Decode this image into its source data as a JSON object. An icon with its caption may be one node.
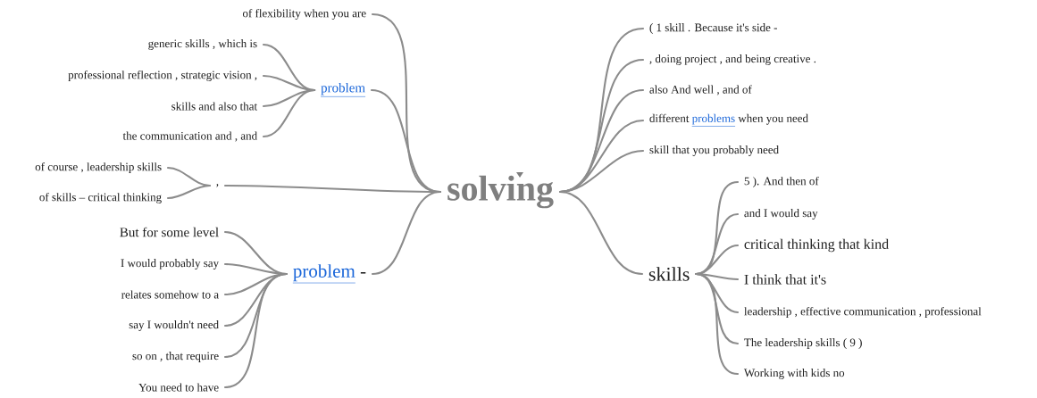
{
  "diagram": {
    "nodes": [
      {
        "text": [
          "solving"
        ]
      },
      {
        "text": [
          "of flexibility when you are"
        ]
      },
      {
        "text": [
          "problem"
        ]
      },
      {
        "text": [
          "generic skills , which is"
        ]
      },
      {
        "text": [
          "professional reflection , strategic vision ,"
        ]
      },
      {
        "text": [
          "skills and also that"
        ]
      },
      {
        "text": [
          "the communication and , and"
        ]
      },
      {
        "text": [
          ","
        ]
      },
      {
        "text": [
          "of course , leadership skills"
        ]
      },
      {
        "text": [
          "of skills – critical thinking"
        ]
      },
      {
        "text": [
          "problem",
          "-"
        ]
      },
      {
        "text": [
          "But for some level"
        ]
      },
      {
        "text": [
          "I would probably say"
        ]
      },
      {
        "text": [
          "relates somehow to a"
        ]
      },
      {
        "text": [
          "say I wouldn't need"
        ]
      },
      {
        "text": [
          "so on , that require"
        ]
      },
      {
        "text": [
          "You need to have"
        ]
      },
      {
        "text": [
          "( 1 skill . Because it's side -"
        ]
      },
      {
        "text": [
          ", doing project , and being creative ."
        ]
      },
      {
        "text": [
          "also And well , and of"
        ]
      },
      {
        "text": [
          "different",
          "problems",
          "when you need"
        ]
      },
      {
        "text": [
          "skill that you probably need"
        ]
      },
      {
        "text": [
          "skills"
        ]
      },
      {
        "text": [
          "5 ). And then of"
        ]
      },
      {
        "text": [
          "and I would say"
        ]
      },
      {
        "text": [
          "critical thinking that kind"
        ]
      },
      {
        "text": [
          "I think that it's"
        ]
      },
      {
        "text": [
          "leadership , effective communication , professional"
        ]
      },
      {
        "text": [
          "The leadership skills ( 9 )"
        ]
      },
      {
        "text": [
          "Working with kids no"
        ]
      }
    ],
    "edges": [
      {
        "from": 0,
        "to": 1,
        "arrow": "none"
      },
      {
        "from": 0,
        "to": 2,
        "arrow": "none"
      },
      {
        "from": 2,
        "to": 3,
        "arrow": "none"
      },
      {
        "from": 2,
        "to": 4,
        "arrow": "none"
      },
      {
        "from": 2,
        "to": 5,
        "arrow": "none"
      },
      {
        "from": 2,
        "to": 6,
        "arrow": "none"
      },
      {
        "from": 0,
        "to": 7,
        "arrow": "none"
      },
      {
        "from": 7,
        "to": 8,
        "arrow": "none"
      },
      {
        "from": 7,
        "to": 9,
        "arrow": "none"
      },
      {
        "from": 0,
        "to": 10,
        "arrow": "none"
      },
      {
        "from": 10,
        "to": 11,
        "arrow": "none"
      },
      {
        "from": 10,
        "to": 12,
        "arrow": "none"
      },
      {
        "from": 10,
        "to": 13,
        "arrow": "none"
      },
      {
        "from": 10,
        "to": 14,
        "arrow": "none"
      },
      {
        "from": 10,
        "to": 15,
        "arrow": "none"
      },
      {
        "from": 10,
        "to": 16,
        "arrow": "none"
      },
      {
        "from": 0,
        "to": 17,
        "arrow": "none"
      },
      {
        "from": 0,
        "to": 18,
        "arrow": "none"
      },
      {
        "from": 0,
        "to": 19,
        "arrow": "none"
      },
      {
        "from": 0,
        "to": 20,
        "arrow": "none"
      },
      {
        "from": 0,
        "to": 21,
        "arrow": "none"
      },
      {
        "from": 0,
        "to": 22,
        "arrow": "none"
      },
      {
        "from": 22,
        "to": 23,
        "arrow": "none"
      },
      {
        "from": 22,
        "to": 24,
        "arrow": "none"
      },
      {
        "from": 22,
        "to": 25,
        "arrow": "none"
      },
      {
        "from": 22,
        "to": 26,
        "arrow": "none"
      },
      {
        "from": 22,
        "to": 27,
        "arrow": "none"
      },
      {
        "from": 22,
        "to": 28,
        "arrow": "none"
      },
      {
        "from": 22,
        "to": 29,
        "arrow": "none"
      }
    ]
  }
}
